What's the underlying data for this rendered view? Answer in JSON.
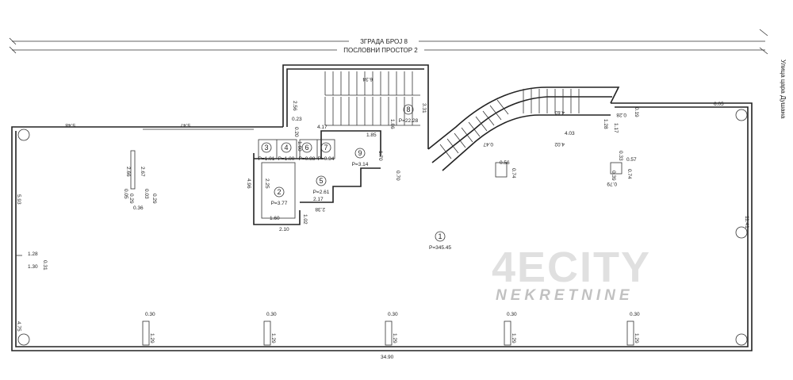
{
  "plan": {
    "building_label": "ЗГРАДА БРОЈ 8",
    "space_label": "ПОСЛОВНИ ПРОСТОР 2",
    "street_label": "Улица цара Душана",
    "watermark": {
      "brand": "4ECITY",
      "sub": "NEKRETNINE"
    },
    "rooms": [
      {
        "number": "1",
        "area": "P=345.45"
      },
      {
        "number": "2",
        "area": "P=3.77"
      },
      {
        "number": "3",
        "area": "P=1.01"
      },
      {
        "number": "4",
        "area": "P=1.00"
      },
      {
        "number": "5",
        "area": "P=2.61"
      },
      {
        "number": "6",
        "area": "P=0.98"
      },
      {
        "number": "7",
        "area": "P=0.94"
      },
      {
        "number": "8",
        "area": "P=22.28"
      },
      {
        "number": "9",
        "area": "P=3.14"
      }
    ],
    "dimensions": [
      "5.48",
      "5.47",
      "2.66",
      "2.67",
      "0.05",
      "0.03",
      "0.29",
      "0.29",
      "0.36",
      "5.93",
      "4.96",
      "1.28",
      "0.31",
      "1.30",
      "4.75",
      "34.90",
      "11.41",
      "6.05",
      "2.56",
      "0.23",
      "0.20",
      "4.17",
      "6.34",
      "3.31",
      "1.85",
      "1.86",
      "1.70",
      "2.25",
      "1.60",
      "2.10",
      "1.60",
      "1.02",
      "2.38",
      "2.17",
      "0.30",
      "1.29",
      "0.30",
      "1.29",
      "0.30",
      "1.29",
      "0.30",
      "1.29",
      "0.30",
      "1.29",
      "4.63",
      "4.03",
      "4.02",
      "0.47",
      "1.28",
      "1.17",
      "0.28",
      "0.19",
      "0.56",
      "0.74",
      "0.57",
      "0.74",
      "0.79",
      "0.33",
      "0.39",
      "0.70"
    ]
  }
}
